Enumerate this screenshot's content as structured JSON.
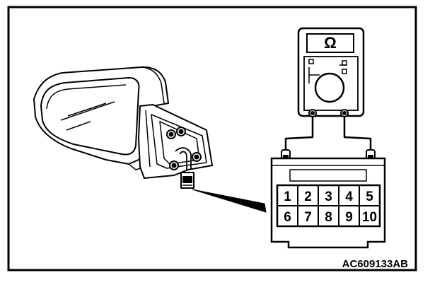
{
  "diagram": {
    "figure_code": "AC609133AB",
    "meter_symbol": "Ω",
    "connector_pins_top": [
      "1",
      "2",
      "3",
      "4",
      "5"
    ],
    "connector_pins_bottom": [
      "6",
      "7",
      "8",
      "9",
      "10"
    ],
    "probed_pins": [
      "1",
      "5"
    ]
  },
  "icons": {
    "meter": "ohmmeter-icon",
    "mirror": "door-mirror-icon",
    "connector": "harness-connector-icon"
  }
}
